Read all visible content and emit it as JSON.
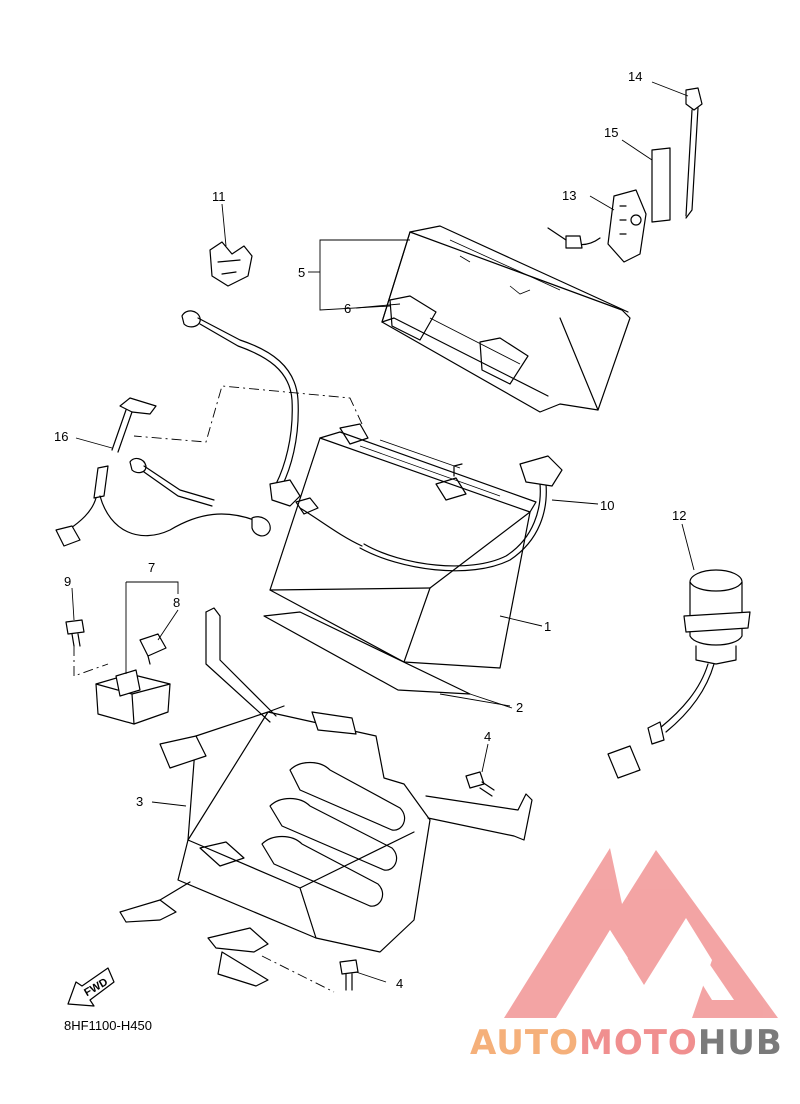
{
  "diagram": {
    "code": "8HF1100-H450",
    "fwd_label": "FWD",
    "callouts": [
      "1",
      "2",
      "3",
      "4",
      "4",
      "5",
      "6",
      "7",
      "8",
      "9",
      "10",
      "11",
      "12",
      "13",
      "14",
      "15",
      "16"
    ]
  },
  "watermark": {
    "word_a": "AUTO",
    "word_b": "MOTO",
    "word_c": "HUB",
    "color_a": "#f5b07a",
    "color_b": "#f08f8f",
    "color_c": "#7a7a7a",
    "logo_color": "#f29b9b"
  }
}
